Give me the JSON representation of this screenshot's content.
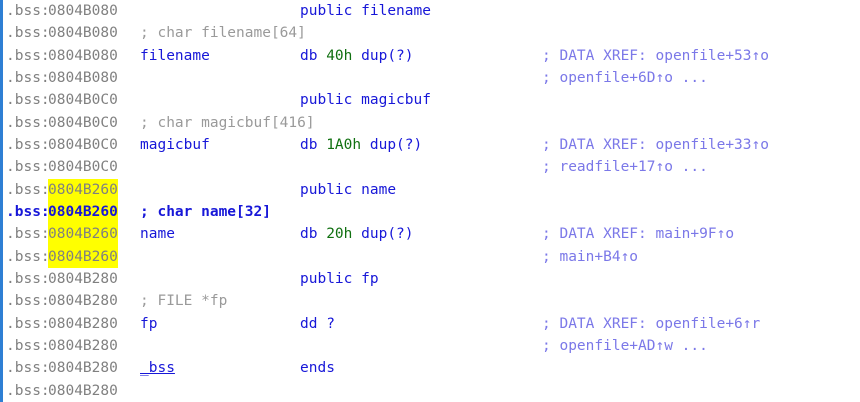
{
  "view": {
    "title": "IDA Disassembly View",
    "segment": "_bss",
    "prefix": ".bss:",
    "colors": {
      "background": "#ffffff",
      "left_rail": "#2e7fd4",
      "address": "#808080",
      "identifier": "#1717d8",
      "keyword": "#1717d8",
      "number": "#107010",
      "comment": "#9a9a9a",
      "xref": "#7b78e8",
      "highlight": "#ffff00"
    }
  },
  "lines": [
    {
      "prefix": ".bss:",
      "address": "0804B080",
      "name": "",
      "instruction": "public filename",
      "xref": ""
    },
    {
      "prefix": ".bss:",
      "address": "0804B080",
      "name": "; char filename[64]",
      "instruction": "",
      "xref": ""
    },
    {
      "prefix": ".bss:",
      "address": "0804B080",
      "name": "filename",
      "instruction": "db 40h dup(?)",
      "xref": "; DATA XREF: openfile+53↑o"
    },
    {
      "prefix": ".bss:",
      "address": "0804B080",
      "name": "",
      "instruction": "",
      "xref": "; openfile+6D↑o ..."
    },
    {
      "prefix": ".bss:",
      "address": "0804B0C0",
      "name": "",
      "instruction": "public magicbuf",
      "xref": ""
    },
    {
      "prefix": ".bss:",
      "address": "0804B0C0",
      "name": "; char magicbuf[416]",
      "instruction": "",
      "xref": ""
    },
    {
      "prefix": ".bss:",
      "address": "0804B0C0",
      "name": "magicbuf",
      "instruction": "db 1A0h dup(?)",
      "xref": "; DATA XREF: openfile+33↑o"
    },
    {
      "prefix": ".bss:",
      "address": "0804B0C0",
      "name": "",
      "instruction": "",
      "xref": "; readfile+17↑o ..."
    },
    {
      "prefix": ".bss:",
      "address": "0804B260",
      "name": "",
      "instruction": "public name",
      "xref": ""
    },
    {
      "prefix": ".bss:",
      "address": "0804B260",
      "name": "; char name[32]",
      "instruction": "",
      "xref": ""
    },
    {
      "prefix": ".bss:",
      "address": "0804B260",
      "name": "name",
      "instruction": "db 20h dup(?)",
      "xref": "; DATA XREF: main+9F↑o"
    },
    {
      "prefix": ".bss:",
      "address": "0804B260",
      "name": "",
      "instruction": "",
      "xref": "; main+B4↑o"
    },
    {
      "prefix": ".bss:",
      "address": "0804B280",
      "name": "",
      "instruction": "public fp",
      "xref": ""
    },
    {
      "prefix": ".bss:",
      "address": "0804B280",
      "name": "; FILE *fp",
      "instruction": "",
      "xref": ""
    },
    {
      "prefix": ".bss:",
      "address": "0804B280",
      "name": "fp",
      "instruction": "dd ?",
      "xref": "; DATA XREF: openfile+6↑r"
    },
    {
      "prefix": ".bss:",
      "address": "0804B280",
      "name": "",
      "instruction": "",
      "xref": "; openfile+AD↑w ..."
    },
    {
      "prefix": ".bss:",
      "address": "0804B280",
      "name": "_bss",
      "instruction": "ends",
      "xref": ""
    },
    {
      "prefix": ".bss:",
      "address": "0804B280",
      "name": "",
      "instruction": "",
      "xref": ""
    }
  ],
  "selection": {
    "highlighted_address": "0804B260",
    "highlighted_line_indices": [
      8,
      9,
      10,
      11
    ],
    "cursor_line_index": 9
  }
}
